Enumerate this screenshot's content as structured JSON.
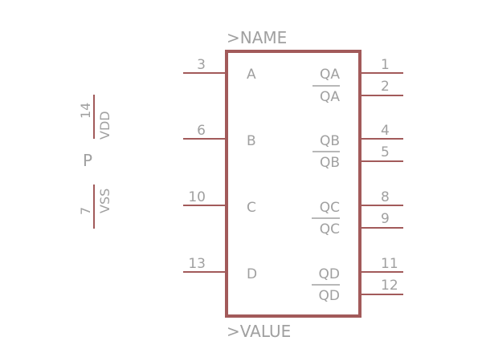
{
  "symbol": {
    "name": ">NAME",
    "value": ">VALUE",
    "pins_left": [
      {
        "num": "3",
        "label": "A"
      },
      {
        "num": "6",
        "label": "B"
      },
      {
        "num": "10",
        "label": "C"
      },
      {
        "num": "13",
        "label": "D"
      }
    ],
    "pins_right": [
      {
        "num": "1",
        "label": "QA"
      },
      {
        "num": "2",
        "label": "QA"
      },
      {
        "num": "4",
        "label": "QB"
      },
      {
        "num": "5",
        "label": "QB"
      },
      {
        "num": "8",
        "label": "QC"
      },
      {
        "num": "9",
        "label": "QC"
      },
      {
        "num": "11",
        "label": "QD"
      },
      {
        "num": "12",
        "label": "QD"
      }
    ]
  },
  "power": {
    "part": "P",
    "vdd_num": "14",
    "vdd_label": "VDD",
    "vss_num": "7",
    "vss_label": "VSS"
  },
  "colors": {
    "line": "#a25a5a",
    "text": "#a0a0a0"
  }
}
